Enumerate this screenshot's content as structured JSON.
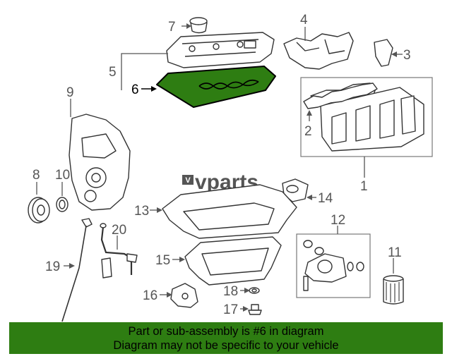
{
  "watermark": "vparts",
  "highlight_color": "#2e7d12",
  "callouts": {
    "c1": "1",
    "c2": "2",
    "c3": "3",
    "c4": "4",
    "c5": "5",
    "c6": "6",
    "c7": "7",
    "c8": "8",
    "c9": "9",
    "c10": "10",
    "c11": "11",
    "c12": "12",
    "c13": "13",
    "c14": "14",
    "c15": "15",
    "c16": "16",
    "c17": "17",
    "c18": "18",
    "c19": "19",
    "c20": "20"
  },
  "banner": {
    "line1": "Part or sub-assembly is #6 in diagram",
    "line2": "Diagram may not be specific to your vehicle"
  }
}
